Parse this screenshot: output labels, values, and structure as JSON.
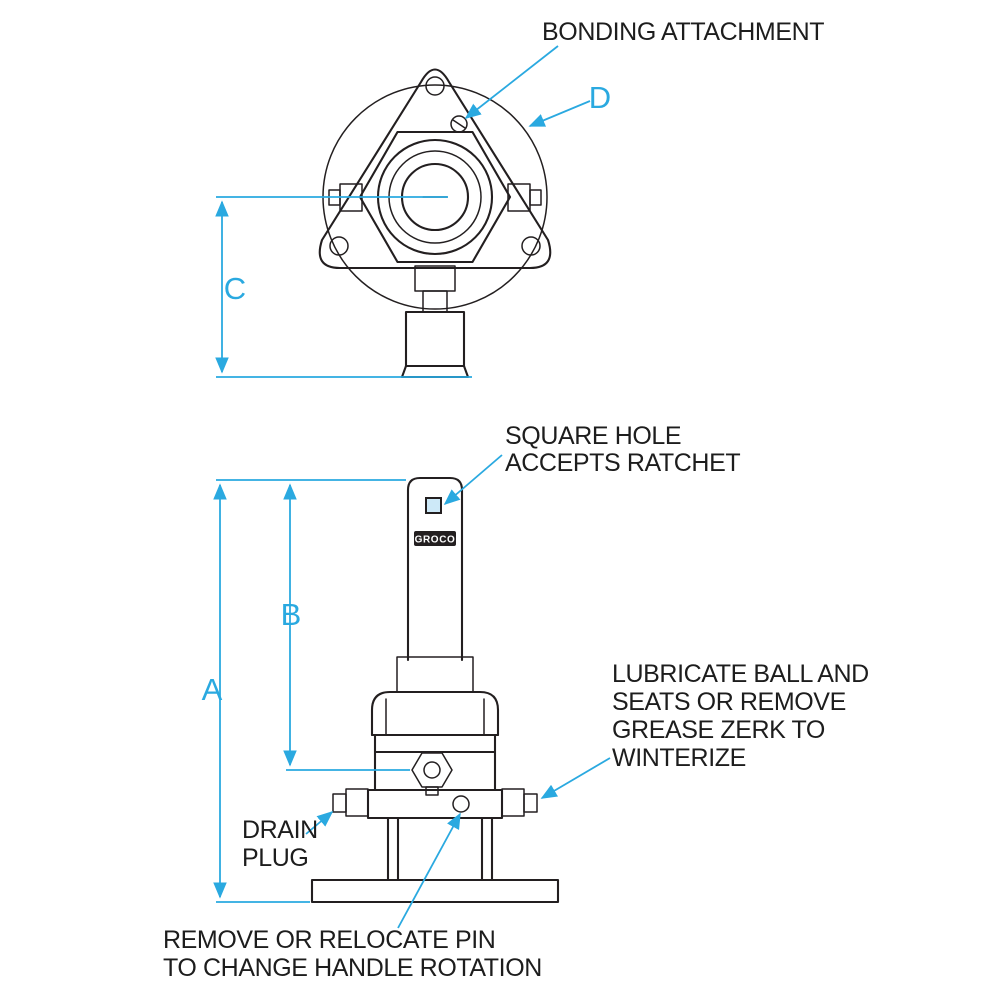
{
  "colors": {
    "annotation": "#2aa9e0",
    "line": "#231f20"
  },
  "labels": {
    "bonding_attachment": "BONDING ATTACHMENT",
    "square_hole": [
      "SQUARE HOLE",
      "ACCEPTS RATCHET"
    ],
    "lubricate": [
      "LUBRICATE BALL AND",
      "SEATS OR REMOVE",
      "GREASE ZERK TO",
      "WINTERIZE"
    ],
    "drain_plug": [
      "DRAIN",
      "PLUG"
    ],
    "remove_pin": [
      "REMOVE OR RELOCATE PIN",
      "TO CHANGE HANDLE ROTATION"
    ],
    "brand": "GROCO"
  },
  "dimensions": {
    "a": "A",
    "b": "B",
    "c": "C",
    "d": "D"
  }
}
